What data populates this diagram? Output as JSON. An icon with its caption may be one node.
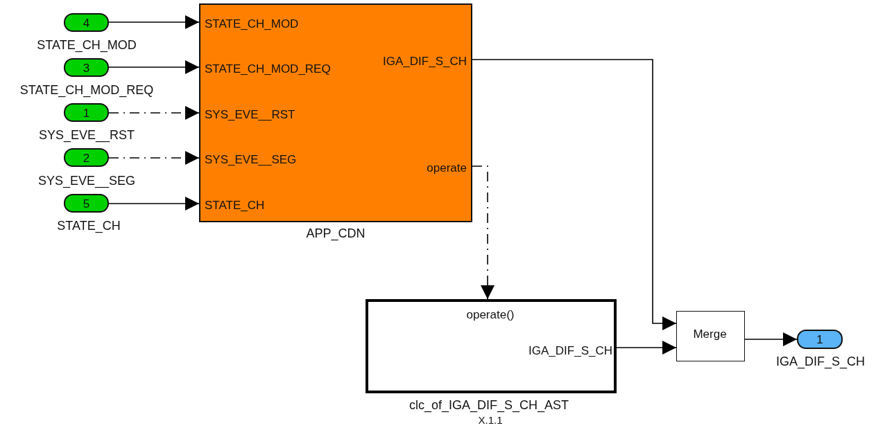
{
  "diagram": {
    "nodes": [
      {
        "text": [
          "4"
        ],
        "beside": [
          "STATE_CH_MOD"
        ]
      },
      {
        "text": [
          "3"
        ],
        "beside": [
          "STATE_CH_MOD_REQ"
        ]
      },
      {
        "text": [
          "1"
        ],
        "beside": [
          "SYS_EVE__RST"
        ]
      },
      {
        "text": [
          "2"
        ],
        "beside": [
          "SYS_EVE__SEG"
        ]
      },
      {
        "text": [
          "5"
        ],
        "beside": [
          "STATE_CH"
        ]
      },
      {
        "text": [
          "STATE_CH_MOD",
          "STATE_CH_MOD_REQ",
          "SYS_EVE__RST",
          "SYS_EVE__SEG",
          "STATE_CH",
          "IGA_DIF_S_CH",
          "operate"
        ],
        "beside": [
          "APP_CDN"
        ]
      },
      {
        "text": [
          "operate()",
          "IGA_DIF_S_CH"
        ],
        "beside": [
          "clc_of_IGA_DIF_S_CH_AST",
          "X.1.1"
        ]
      },
      {
        "text": [
          "Merge"
        ]
      },
      {
        "text": [
          "1"
        ],
        "beside": [
          "IGA_DIF_S_CH"
        ]
      }
    ],
    "edges": [
      {
        "from": 0,
        "to": 5,
        "arrow": "to"
      },
      {
        "from": 1,
        "to": 5,
        "arrow": "to"
      },
      {
        "from": 2,
        "to": 5,
        "arrow": "to",
        "style": "dashed"
      },
      {
        "from": 3,
        "to": 5,
        "arrow": "to",
        "style": "dashed"
      },
      {
        "from": 4,
        "to": 5,
        "arrow": "to"
      },
      {
        "from": 5,
        "to": 7,
        "arrow": "to"
      },
      {
        "from": 5,
        "to": 6,
        "arrow": "to",
        "style": "dashed"
      },
      {
        "from": 6,
        "to": 7,
        "arrow": "to"
      },
      {
        "from": 7,
        "to": 8,
        "arrow": "to"
      }
    ]
  }
}
